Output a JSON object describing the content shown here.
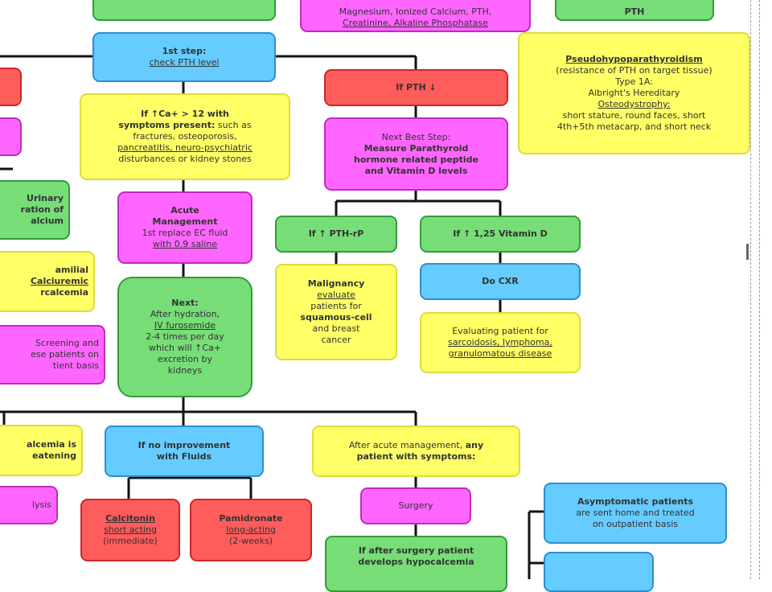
{
  "top": {
    "left_box": "",
    "center_box": [
      "Magnesium, Ionized Calcium, PTH,",
      "Creatinine, Alkaline Phosphatase"
    ],
    "right_box": "PTH"
  },
  "step1": {
    "title": "1st step:",
    "text": "check PTH level"
  },
  "pth_low": "If PTH ↓",
  "symptomatic": {
    "title": "If ↑Ca+ > 12 with",
    "title2": "symptoms present:",
    "rest": " such as",
    "lines": [
      "fractures, osteoporosis,",
      "pancreatitis, neuro-psychiatric",
      "disturbances or kidney stones"
    ]
  },
  "pseudo": {
    "title": "Pseudohypoparathyroidism",
    "lines": [
      "(resistance of PTH on target tissue)",
      "Type 1A:",
      "Albright's Hereditary",
      "Osteodystrophy:",
      "short stature, round faces, short",
      "4th+5th metacarp, and short neck"
    ]
  },
  "next_best": {
    "line1": "Next Best Step:",
    "line2": "Measure Parathyroid",
    "line3": "hormone related peptide",
    "line4": "and Vitamin D levels"
  },
  "acute": {
    "title": "Acute",
    "title2": "Management",
    "lines": [
      "1st replace EC fluid",
      "with 0.9 saline"
    ]
  },
  "pthrp": "If ↑ PTH-rP",
  "vitd": "If ↑ 1,25 Vitamin D",
  "malignancy": {
    "title": "Malignancy",
    "lines": [
      "evaluate",
      "patients for",
      "squamous-cell",
      "and breast",
      "cancer"
    ]
  },
  "cxr": "Do CXR",
  "evaluate_sarc": {
    "lines": [
      "Evaluating patient for",
      "sarcoidosis, lymphoma,",
      "granulomatous disease"
    ]
  },
  "next": {
    "title": "Next:",
    "lines": [
      "After hydration,",
      "IV furosemide",
      "2-4 times per day",
      "which will ↑Ca+",
      "excretion by",
      "kidneys"
    ]
  },
  "left_col": {
    "red1": "",
    "pink1": "",
    "urinary": [
      "Urinary",
      "ration of",
      "alcium"
    ],
    "familial": [
      "amilial",
      "Calciuremic",
      "rcalcemia"
    ],
    "screening": [
      "Screening and",
      "ese patients on",
      "tient basis"
    ],
    "threatening": [
      "alcemia is",
      "eatening"
    ],
    "dialysis": "lysis"
  },
  "no_improve": {
    "lines": [
      "If no improvement",
      "with Fluids"
    ]
  },
  "after_acute": {
    "line1": "After acute management,",
    "bold1": "any",
    "line2": "patient with symptoms:"
  },
  "calcitonin": {
    "title": "Calcitonin",
    "lines": [
      "short acting",
      "(immediate)"
    ]
  },
  "pamidronate": {
    "title": "Pamidronate",
    "lines": [
      "long-acting",
      "(2-weeks)"
    ]
  },
  "surgery": "Surgery",
  "after_surgery": {
    "lines": [
      "If after surgery patient",
      "develops hypocalcemia"
    ]
  },
  "asymptomatic": {
    "title": "Asymptomatic patients",
    "lines": [
      "are sent home and treated",
      "on outpatient basis"
    ]
  },
  "bottom_blue_small": ""
}
